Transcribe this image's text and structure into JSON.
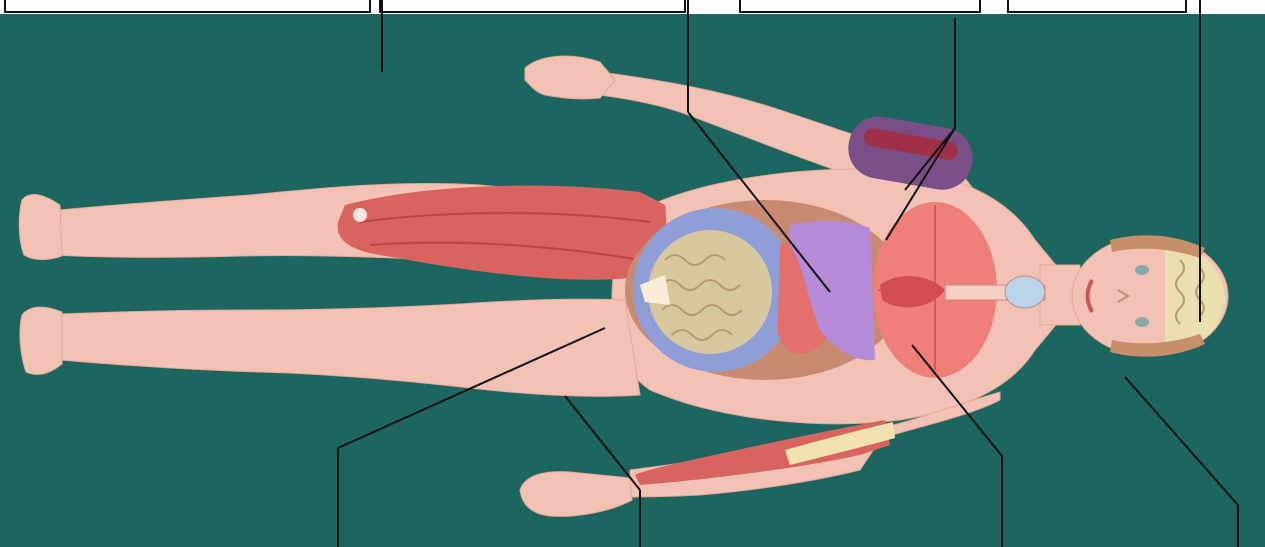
{
  "diagram": {
    "background_color": "#1d6660",
    "skin_color": "#f2c3b5",
    "muscle_color": "#d9635e",
    "intestine_color": "#d8c8a0",
    "large_intestine_color": "#8f9ed6",
    "liver_color": "#b58ad8",
    "lung_color": "#ef7f78",
    "kidney_vein_color": "#7a4e86",
    "bone_color": "#f1e2b0",
    "brain_color": "#eadfae",
    "line_color": "#111111",
    "label_box_color": "#ffffff",
    "label_boxes": [
      {
        "text": ""
      },
      {
        "text": ""
      },
      {
        "text": ""
      },
      {
        "text": ""
      }
    ],
    "structures": [
      "head",
      "brain",
      "face",
      "neck",
      "torso",
      "arm-upper",
      "arm-lower",
      "forearm-bones",
      "thigh-muscles",
      "legs",
      "feet",
      "abdominal-cavity",
      "small-intestine",
      "large-intestine",
      "liver",
      "stomach",
      "lungs",
      "heart",
      "trachea",
      "blood-vessel-segment"
    ]
  }
}
